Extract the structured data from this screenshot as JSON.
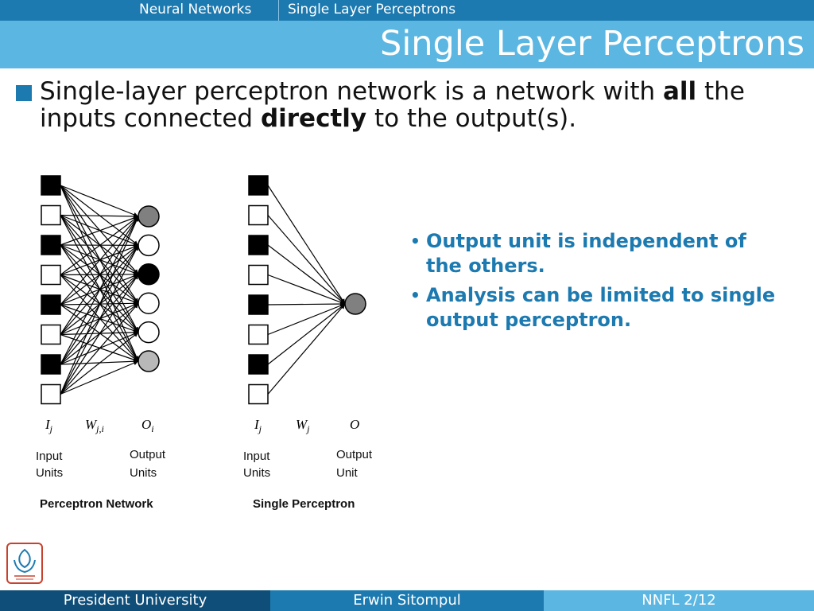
{
  "breadcrumbs": [
    "Neural Networks",
    "Single Layer Perceptrons"
  ],
  "title": "Single Layer Perceptrons",
  "main_bullet": {
    "part1": "Single-layer perceptron network is a network with ",
    "bold1": "all",
    "part2": " the inputs connected ",
    "bold2": "directly",
    "part3": " to the output(s)."
  },
  "diagram": {
    "network": {
      "input_symbol": "I",
      "input_sub": "j",
      "weight_symbol": "W",
      "weight_sub": "j,i",
      "output_symbol": "O",
      "output_sub": "i",
      "input_label_1": "Input",
      "input_label_2": "Units",
      "output_label_1": "Output",
      "output_label_2": "Units",
      "caption": "Perceptron Network",
      "input_fills": [
        "black",
        "white",
        "black",
        "white",
        "black",
        "white",
        "black",
        "white"
      ],
      "output_fills": [
        "#808080",
        "white",
        "black",
        "white",
        "white",
        "#b8b8b8"
      ]
    },
    "single": {
      "input_symbol": "I",
      "input_sub": "j",
      "weight_symbol": "W",
      "weight_sub": "j",
      "output_symbol": "O",
      "input_label_1": "Input",
      "input_label_2": "Units",
      "output_label_1": "Output",
      "output_label_2": "Unit",
      "caption": "Single Perceptron",
      "input_fills": [
        "black",
        "white",
        "black",
        "white",
        "black",
        "white",
        "black",
        "white"
      ],
      "output_fill": "#808080"
    }
  },
  "side_points": [
    "Output unit is independent of the others.",
    "Analysis can be limited to single output perceptron."
  ],
  "footer": {
    "left": "President University",
    "center": "Erwin Sitompul",
    "right": "NNFL 2/12"
  },
  "colors": {
    "dark_blue": "#0f4e78",
    "mid_blue": "#1c7ab0",
    "light_blue": "#5bb7e2"
  }
}
